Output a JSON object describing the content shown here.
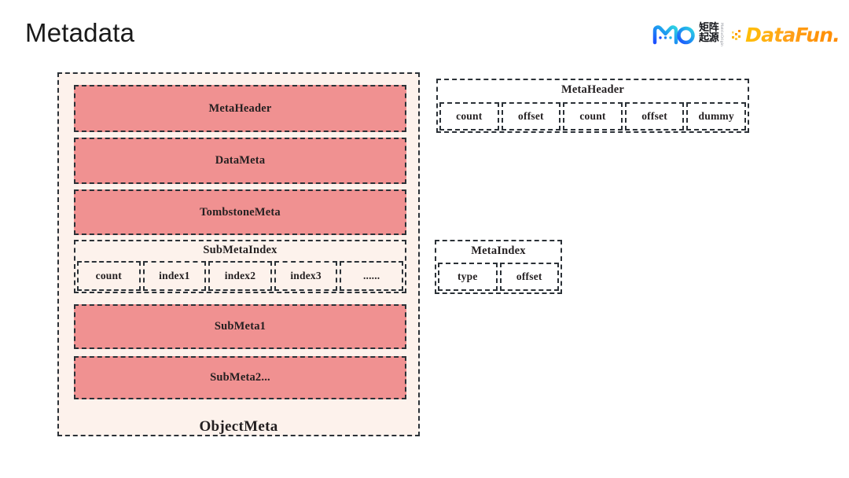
{
  "slide": {
    "title": "Metadata",
    "background": "#FFFFFF"
  },
  "logos": [
    {
      "name": "matrixone-logo",
      "mark_text": "MO",
      "cn_line1": "矩阵",
      "cn_line2": "起源",
      "en_text": "MatrixOrigin",
      "colors": {
        "primary": "#1D6FFF",
        "secondary": "#2ACCE0"
      }
    },
    {
      "name": "datafun-logo",
      "word": "DataFun.",
      "colors": {
        "start": "#FFC107",
        "end": "#FF8A00"
      }
    }
  ],
  "colors": {
    "block_fill": "#F09191",
    "container_fill": "#FDF2EC",
    "panel_fill": "#FFFFFF",
    "border": "#2B3137",
    "text": "#231F20"
  },
  "diagram": {
    "object_meta": {
      "container_label": "ObjectMeta",
      "blocks": [
        {
          "label": "MetaHeader"
        },
        {
          "label": "DataMeta"
        },
        {
          "label": "TombstoneMeta"
        }
      ],
      "sub_meta_index": {
        "title": "SubMetaIndex",
        "cells": [
          {
            "label": "count"
          },
          {
            "label": "index1"
          },
          {
            "label": "index2"
          },
          {
            "label": "index3"
          },
          {
            "label": "......"
          }
        ]
      },
      "sub_blocks": [
        {
          "label": "SubMeta1"
        },
        {
          "label": "SubMeta2..."
        }
      ]
    },
    "meta_header": {
      "title": "MetaHeader",
      "cells": [
        {
          "label": "count"
        },
        {
          "label": "offset"
        },
        {
          "label": "count"
        },
        {
          "label": "offset"
        },
        {
          "label": "dummy"
        }
      ]
    },
    "meta_index": {
      "title": "MetaIndex",
      "cells": [
        {
          "label": "type"
        },
        {
          "label": "offset"
        }
      ]
    }
  }
}
